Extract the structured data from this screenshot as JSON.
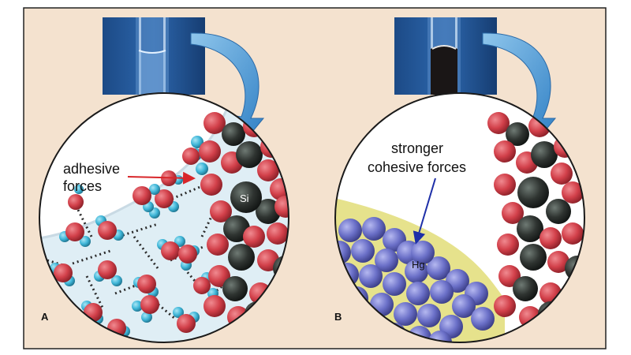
{
  "panel_a": {
    "letter": "A",
    "label_line1": "adhesive",
    "label_line2": "forces",
    "atom_label": "Si"
  },
  "panel_b": {
    "letter": "B",
    "label_line1": "stronger",
    "label_line2": "cohesive forces",
    "atom_label": "Hg"
  },
  "colors": {
    "background": "#f4e2cf",
    "oxygen": "#d2404a",
    "hydrogen": "#3fb6d8",
    "silicon": "#2f3431",
    "mercury": "#6b70c8",
    "arrow": "#3f8fd0",
    "adhesive_arrow": "#d8262a",
    "cohesive_arrow": "#1e2fa8"
  }
}
